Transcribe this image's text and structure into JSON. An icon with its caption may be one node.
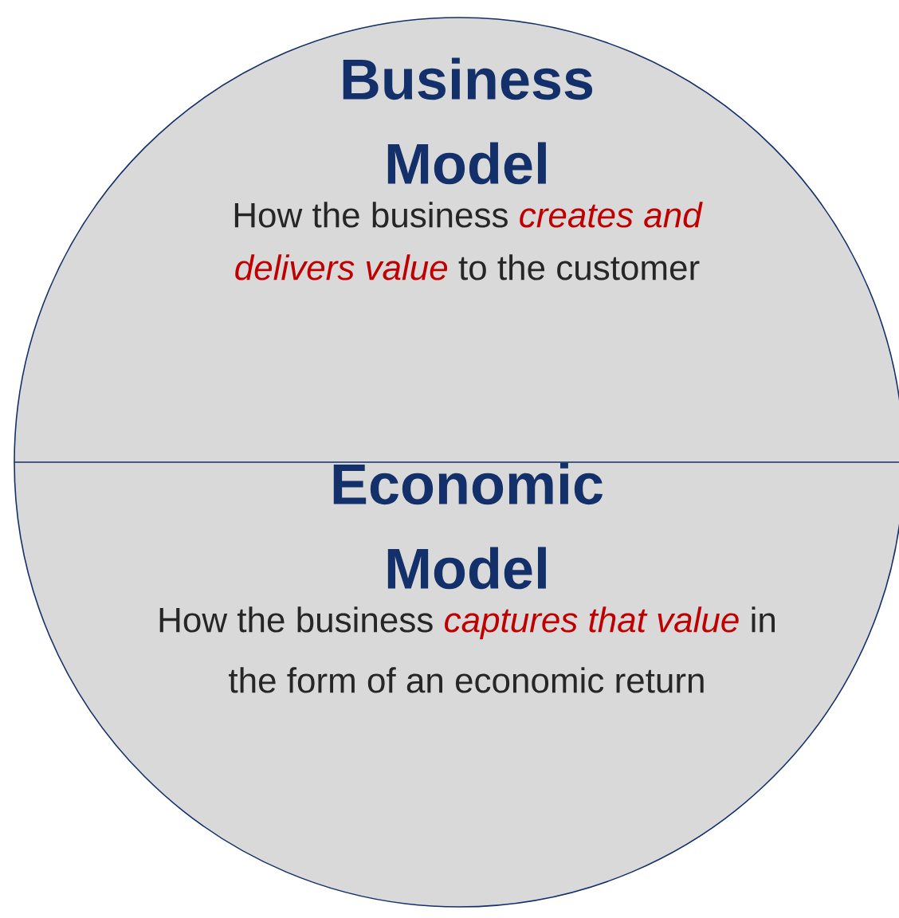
{
  "diagram": {
    "nodes": [
      {
        "text": [
          "Business Model",
          "How the business *creates and delivers value* to the customer"
        ]
      },
      {
        "text": [
          "Economic Model",
          "How the business *captures that value* in the form of an economic return"
        ]
      }
    ]
  }
}
